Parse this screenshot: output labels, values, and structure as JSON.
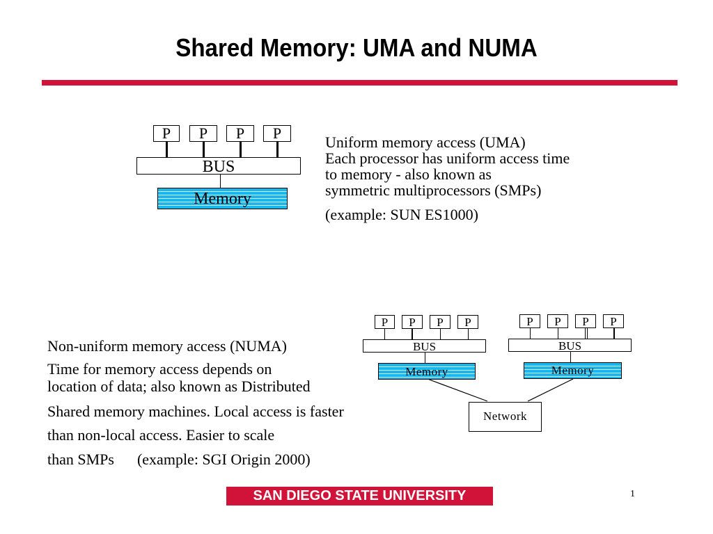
{
  "slide": {
    "title": "Shared Memory: UMA and NUMA",
    "page_number": "1",
    "logo_text": "SAN DIEGO STATE UNIVERSITY",
    "accent_color": "#d1133a",
    "memory_color": "#1bb7ea"
  },
  "uma_diagram": {
    "processors": [
      "P",
      "P",
      "P",
      "P"
    ],
    "bus_label": "BUS",
    "memory_label": "Memory"
  },
  "uma_text": {
    "lines": [
      "Uniform memory access (UMA)",
      "Each processor has uniform access time",
      "to memory - also known as",
      "symmetric multiprocessors (SMPs)",
      "(example: SUN ES1000)"
    ]
  },
  "numa_diagram": {
    "nodes": [
      {
        "processors": [
          "P",
          "P",
          "P",
          "P"
        ],
        "bus_label": "BUS",
        "memory_label": "Memory"
      },
      {
        "processors": [
          "P",
          "P",
          "P",
          "P"
        ],
        "bus_label": "BUS",
        "memory_label": "Memory"
      }
    ],
    "network_label": "Network"
  },
  "numa_text": {
    "lines": [
      "Non-uniform memory access (NUMA)",
      "Time for memory access depends on",
      "location of data; also known as Distributed",
      "Shared memory machines. Local access is faster",
      "than non-local access. Easier to scale",
      "than SMPs      (example: SGI Origin 2000)"
    ]
  }
}
